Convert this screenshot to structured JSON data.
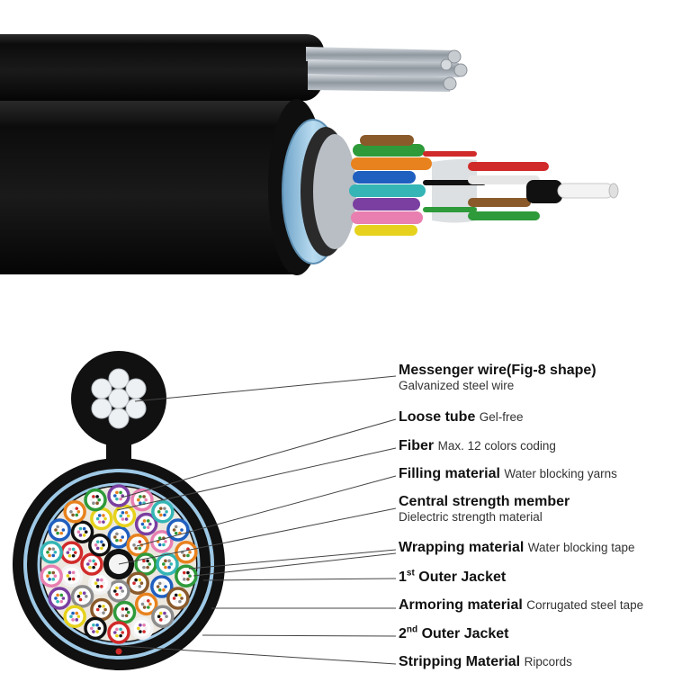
{
  "labels": [
    {
      "title": "Messenger wire(Fig-8 shape)",
      "desc": "Galvanized steel wire"
    },
    {
      "title": "Loose tube",
      "desc": "Gel-free"
    },
    {
      "title": "Fiber",
      "desc": "Max. 12 colors coding"
    },
    {
      "title": "Filling material",
      "desc": "Water blocking yarns"
    },
    {
      "title": "Central strength member",
      "desc": "Dielectric strength material"
    },
    {
      "title": "Wrapping material",
      "desc": "Water blocking tape"
    },
    {
      "title_pre": "1",
      "title_sup": "st",
      "title_post": " Outer Jacket"
    },
    {
      "title": "Armoring material",
      "desc": "Corrugated steel tape"
    },
    {
      "title_pre": "2",
      "title_sup": "nd",
      "title_post": " Outer Jacket"
    },
    {
      "title": "Stripping Material",
      "desc": "Ripcords"
    }
  ],
  "colors": {
    "jacket": "#111111",
    "armor": "#9ec9e6",
    "fiber_colors": [
      "#1f5fbf",
      "#e8821e",
      "#2e9a3a",
      "#8a5a2b",
      "#8c8c8c",
      "#f2f2f2",
      "#d12a2a",
      "#111111",
      "#e6d21c",
      "#7a3fa0",
      "#e87fb0",
      "#35b5b5"
    ]
  }
}
